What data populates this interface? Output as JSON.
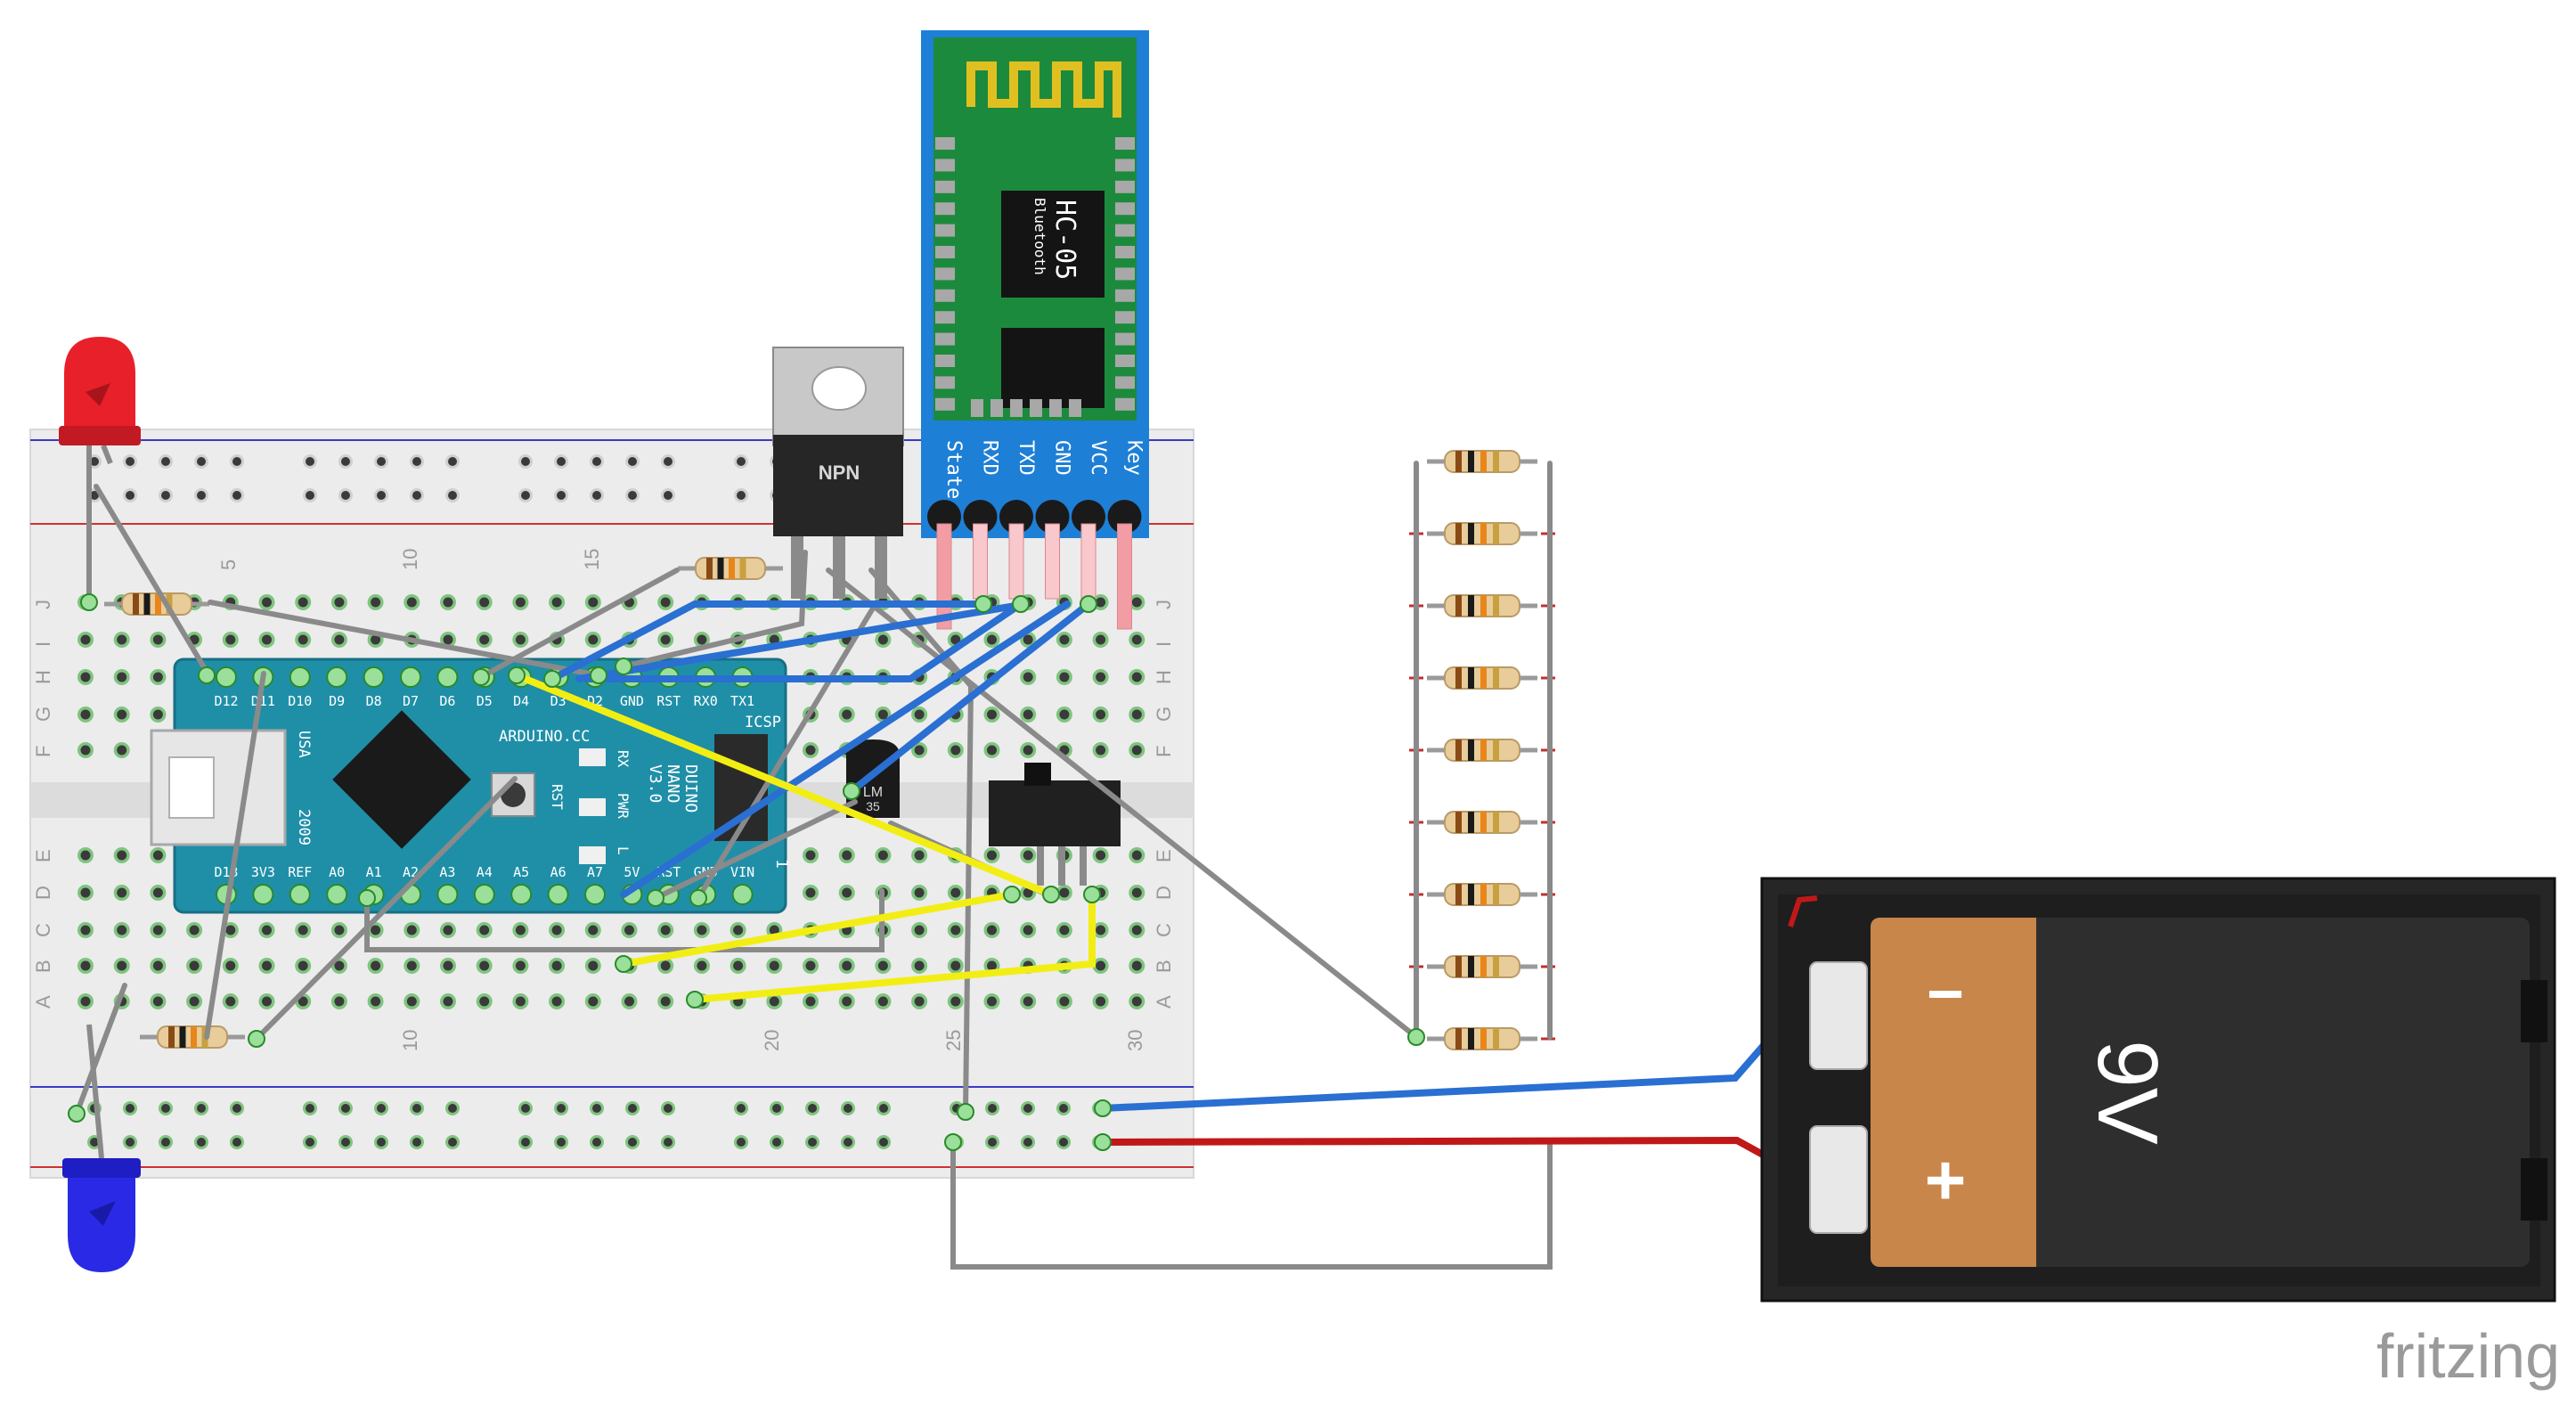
{
  "breadboard": {
    "column_numbers": [
      "5",
      "10",
      "15",
      "20",
      "25",
      "30"
    ],
    "row_letters_top": [
      "J",
      "I",
      "H",
      "G",
      "F"
    ],
    "row_letters_bottom": [
      "E",
      "D",
      "C",
      "B",
      "A"
    ]
  },
  "bluetooth_module": {
    "name": "HC-05",
    "subtitle": "Bluetooth",
    "pins": [
      "State",
      "RXD",
      "TXD",
      "GND",
      "VCC",
      "Key"
    ]
  },
  "transistor": {
    "label": "NPN"
  },
  "temp_sensor": {
    "label_line1": "LM",
    "label_line2": "35"
  },
  "arduino": {
    "top_pins": [
      "D12",
      "D11",
      "D10",
      "D9",
      "D8",
      "D7",
      "D6",
      "D5",
      "D4",
      "D3",
      "D2",
      "GND",
      "RST",
      "RX0",
      "TX1"
    ],
    "bottom_pins": [
      "D13",
      "3V3",
      "REF",
      "A0",
      "A1",
      "A2",
      "A3",
      "A4",
      "A5",
      "A6",
      "A7",
      "5V",
      "RST",
      "GND",
      "VIN"
    ],
    "icsp": "ICSP",
    "brand": "ARDUINO.CC",
    "model_lines": [
      "DUINO",
      "NANO",
      "V3.0"
    ],
    "country": "USA",
    "year": "2009",
    "led_labels": [
      "RX",
      "PWR",
      "L"
    ],
    "reset_label": "RST",
    "icsp_pin": "1"
  },
  "battery": {
    "voltage": "9V",
    "minus": "−",
    "plus": "+"
  },
  "watermark": "fritzing",
  "colors": {
    "board_blue": "#1f8fa8",
    "bt_green": "#1c8a3c",
    "bt_blue": "#1e7fd6",
    "wire_blue": "#2a6fd2",
    "wire_yellow": "#f2ee14",
    "wire_red": "#c01818",
    "wire_gray": "#8a8a8a",
    "led_red": "#e8202a",
    "led_blue": "#2a2ae6",
    "battery_body": "#262626",
    "battery_label": "#c8864a"
  }
}
